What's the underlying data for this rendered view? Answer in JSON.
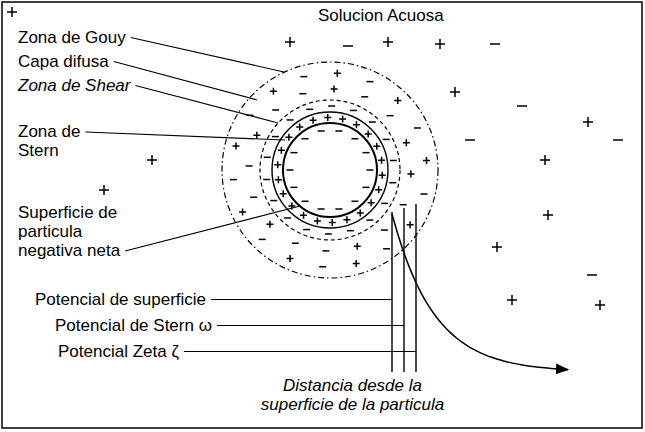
{
  "diagram": {
    "labels": [
      "Solucion Acuosa",
      "Zona de Gouy",
      "Capa difusa",
      "Zona de Shear",
      "Zona de Stern",
      "Superficie de particula negativa neta",
      "Potencial de superficie",
      "Potencial de Stern ω",
      "Potencial Zeta ζ",
      "Distancia desde la superficie de la particula"
    ]
  }
}
